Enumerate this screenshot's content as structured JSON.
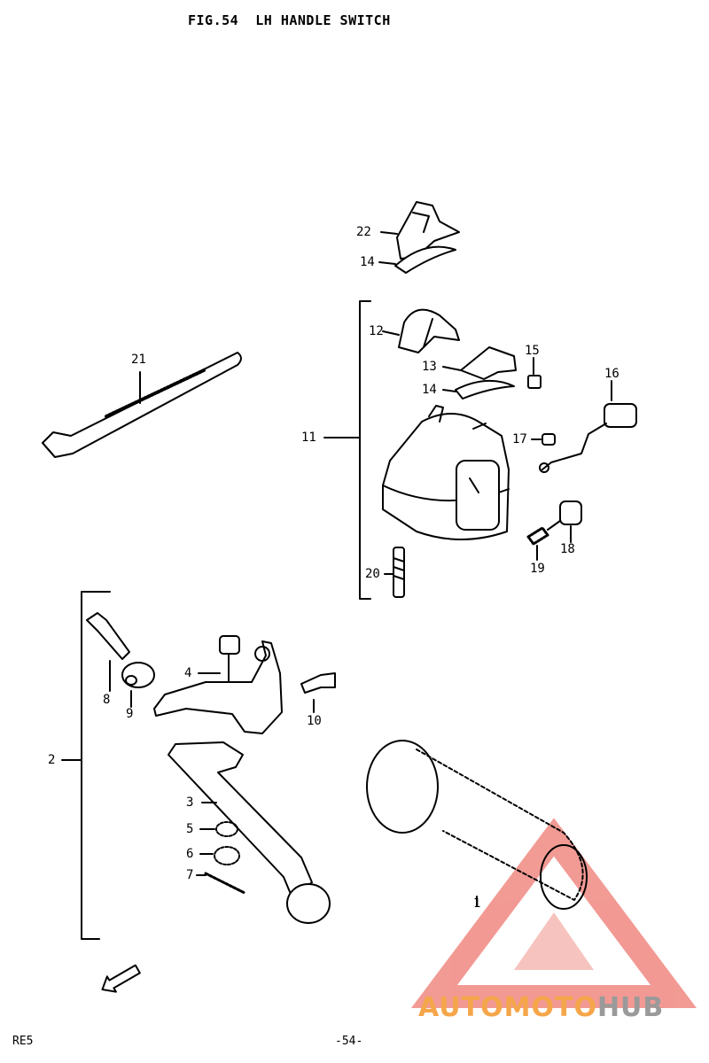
{
  "header": {
    "title": "FIG.54  LH HANDLE SWITCH"
  },
  "footer": {
    "model": "RE5",
    "page": "-54-"
  },
  "callouts": {
    "c1": "1",
    "c2": "2",
    "c3": "3",
    "c4": "4",
    "c5": "5",
    "c6": "6",
    "c7": "7",
    "c8": "8",
    "c9": "9",
    "c10": "10",
    "c11": "11",
    "c12": "12",
    "c13": "13",
    "c14a": "14",
    "c14b": "14",
    "c15": "15",
    "c16": "16",
    "c17": "17",
    "c18": "18",
    "c19": "19",
    "c20": "20",
    "c21": "21",
    "c22": "22"
  },
  "watermark": {
    "part1": "AUTOMOTO",
    "part2": "HUB"
  },
  "colors": {
    "line": "#000000",
    "watermark_red": "#e8473c",
    "watermark_orange": "#f5a64a",
    "watermark_gray": "#9a9a9a"
  }
}
